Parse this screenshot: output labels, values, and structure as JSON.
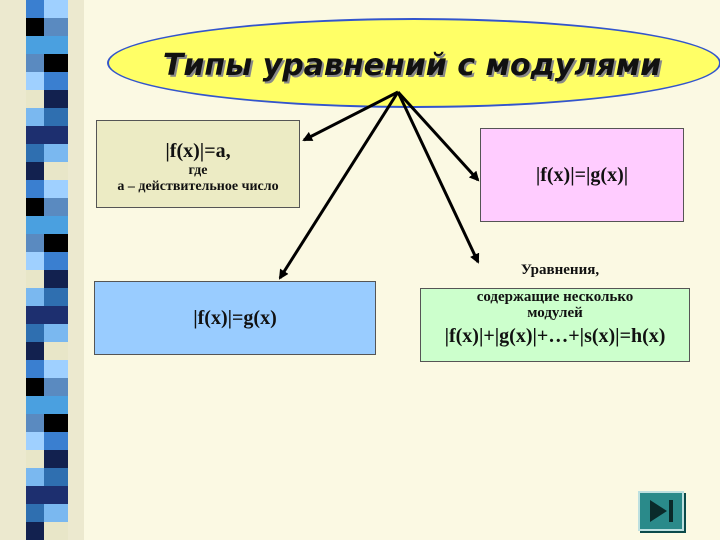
{
  "title": "Типы уравнений с модулями",
  "box1": {
    "line1": "|f(x)|=a,",
    "line2": "где",
    "line3": "а – действительное число"
  },
  "box2": {
    "text": "|f(x)|=|g(x)|"
  },
  "box3": {
    "text": "|f(x)|=g(x)"
  },
  "box4": {
    "heading": "Уравнения,",
    "line1": "содержащие несколько",
    "line2": "модулей",
    "formula": "|f(x)|+|g(x)|+…+|s(x)|=h(x)"
  },
  "nav": {
    "icon": "skip-end-icon"
  },
  "colors": {
    "oval": "#ffff66",
    "oval_border": "#3355cc",
    "box1": "#ecebc4",
    "box2": "#ffccff",
    "box3": "#99ccff",
    "box4": "#ccffcc",
    "nav": "#2a8a8a"
  }
}
